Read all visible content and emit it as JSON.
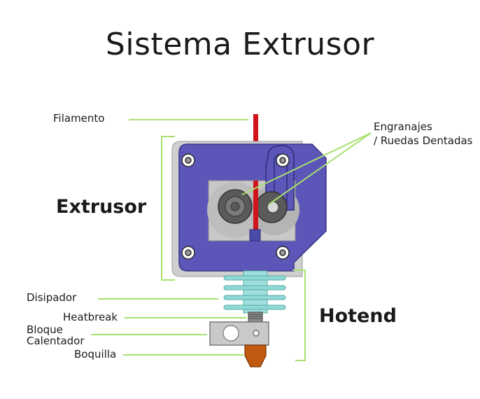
{
  "title": "Sistema Extrusor",
  "labels": {
    "filamento": "Filamento",
    "engranajes_1": "Engranajes",
    "engranajes_2": "/ Ruedas Dentadas",
    "extrusor": "Extrusor",
    "disipador": "Disipador",
    "heatbreak": "Heatbreak",
    "bloque_1": "Bloque",
    "bloque_2": "Calentador",
    "boquilla": "Boquilla",
    "hotend": "Hotend"
  },
  "colors": {
    "leader": "#a8e070",
    "body": "#5b56b8",
    "frame": "#c9c9c9",
    "filament": "#d0141c",
    "heatsink": "#8ed9d6",
    "nozzle": "#c05a10"
  }
}
